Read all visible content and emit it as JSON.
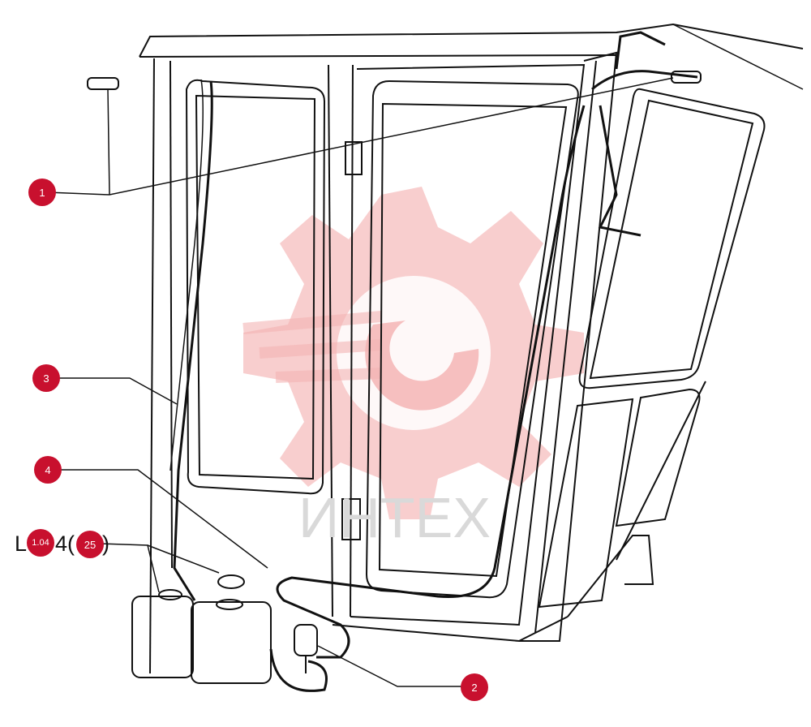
{
  "watermark": {
    "text": "ИНТЕХ",
    "color": "#f2b3b3",
    "text_color": "#d9d9d9"
  },
  "part_code": {
    "prefix": "L",
    "middle": "4(",
    "suffix": ")"
  },
  "callouts": [
    {
      "id": "1",
      "name": "callout-1"
    },
    {
      "id": "3",
      "name": "callout-3"
    },
    {
      "id": "4",
      "name": "callout-4"
    },
    {
      "id": "1.04",
      "name": "callout-1-04"
    },
    {
      "id": "25",
      "name": "callout-25"
    },
    {
      "id": "2",
      "name": "callout-2"
    }
  ],
  "colors": {
    "callout": "#c8102e",
    "line": "#111111"
  }
}
